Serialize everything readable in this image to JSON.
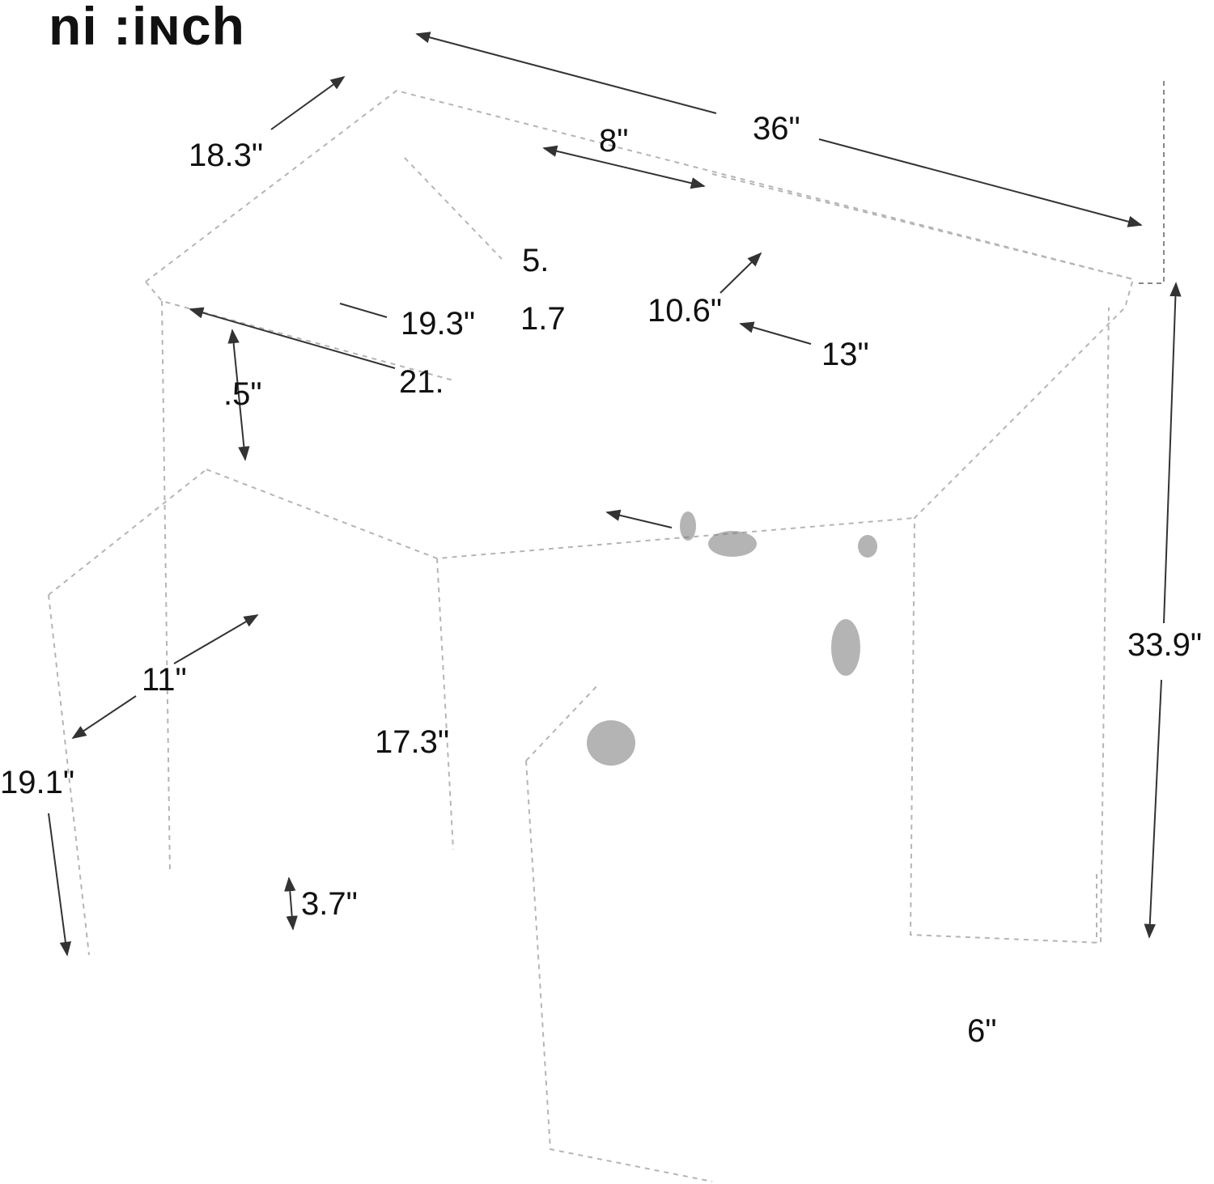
{
  "title": "ni :iɴch",
  "dimensions": {
    "overall_width": "36\"",
    "depth_top": "18.3\"",
    "top_shelf_width": "8\"",
    "inner_5": "5.",
    "inner_1_7": "1.7",
    "opening_19_3": "19.3\"",
    "opening_10_6": "10.6\"",
    "depth_13": "13\"",
    "opening_21": "21.",
    "height_5": ".5\"",
    "overall_height": "33.9\"",
    "depth_11": "11\"",
    "width_17_3": "17.3\"",
    "side_height": "19.1\"",
    "drawer_height": "3.7\"",
    "leg_6": "6\""
  },
  "colors": {
    "line": "#333333",
    "dashed": "#9a9a9a",
    "text": "#111111"
  }
}
